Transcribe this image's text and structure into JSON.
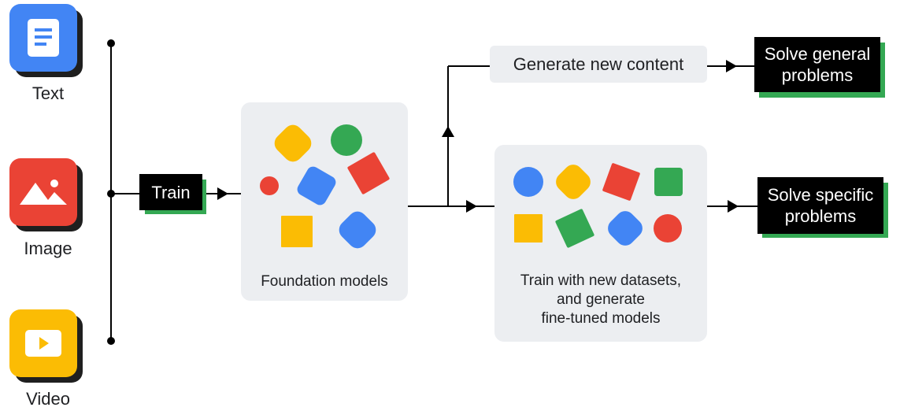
{
  "sources": {
    "text_label": "Text",
    "image_label": "Image",
    "video_label": "Video"
  },
  "train_label": "Train",
  "foundation_models_label": "Foundation models",
  "generate_label": "Generate new content",
  "finetune_label_line1": "Train with new datasets,",
  "finetune_label_line2": "and generate",
  "finetune_label_line3": "fine-tuned models",
  "general_line1": "Solve general",
  "general_line2": "problems",
  "specific_line1": "Solve specific",
  "specific_line2": "problems",
  "colors": {
    "blue": "#4285f4",
    "red": "#ea4335",
    "yellow": "#fbbc04",
    "green": "#34a853",
    "card_gray": "#eceef1"
  }
}
